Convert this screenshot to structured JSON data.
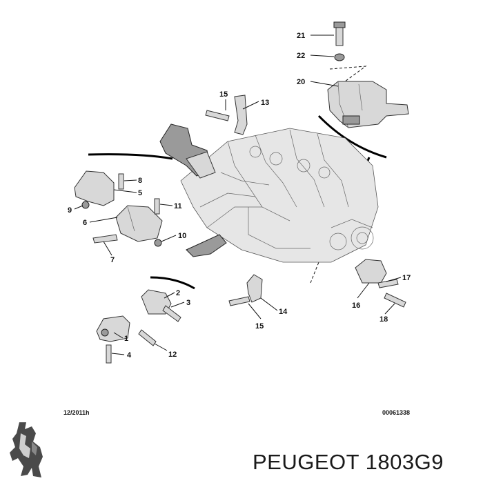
{
  "diagram": {
    "callouts": [
      "21",
      "22",
      "20",
      "15",
      "13",
      "8",
      "5",
      "9",
      "11",
      "6",
      "10",
      "7",
      "2",
      "3",
      "14",
      "15",
      "17",
      "16",
      "18",
      "1",
      "4",
      "12"
    ],
    "footer_date": "12/2011h",
    "footer_code": "00061338"
  },
  "brand": {
    "caption": "PEUGEOT 1803G9",
    "logo_icon": "peugeot-lion-icon"
  }
}
